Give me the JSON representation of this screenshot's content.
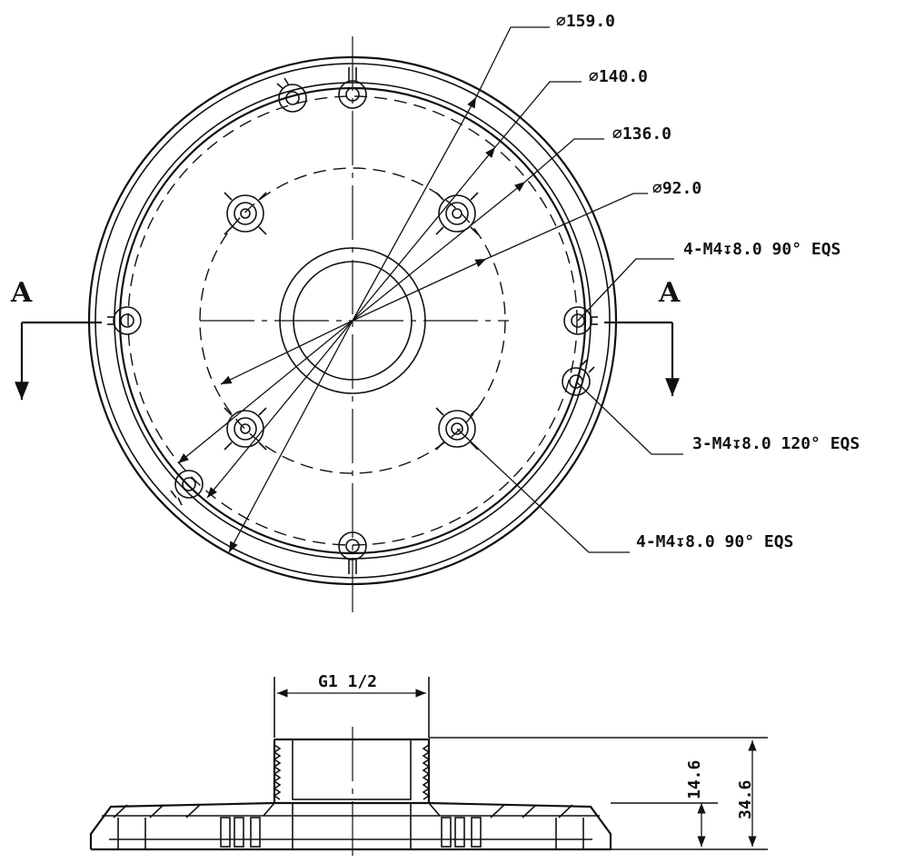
{
  "drawing": {
    "callouts": {
      "dia_159": "∅159.0",
      "dia_140": "∅140.0",
      "dia_136": "∅136.0",
      "dia_92": "∅92.0",
      "holes_4_top": "4-M4↧8.0 90° EQS",
      "holes_3": "3-M4↧8.0 120° EQS",
      "holes_4_bottom": "4-M4↧8.0 90° EQS"
    },
    "section_labels": {
      "left": "A",
      "right": "A"
    },
    "side_view": {
      "thread": "G1 1/2",
      "height_small": "14.6",
      "height_total": "34.6"
    }
  }
}
